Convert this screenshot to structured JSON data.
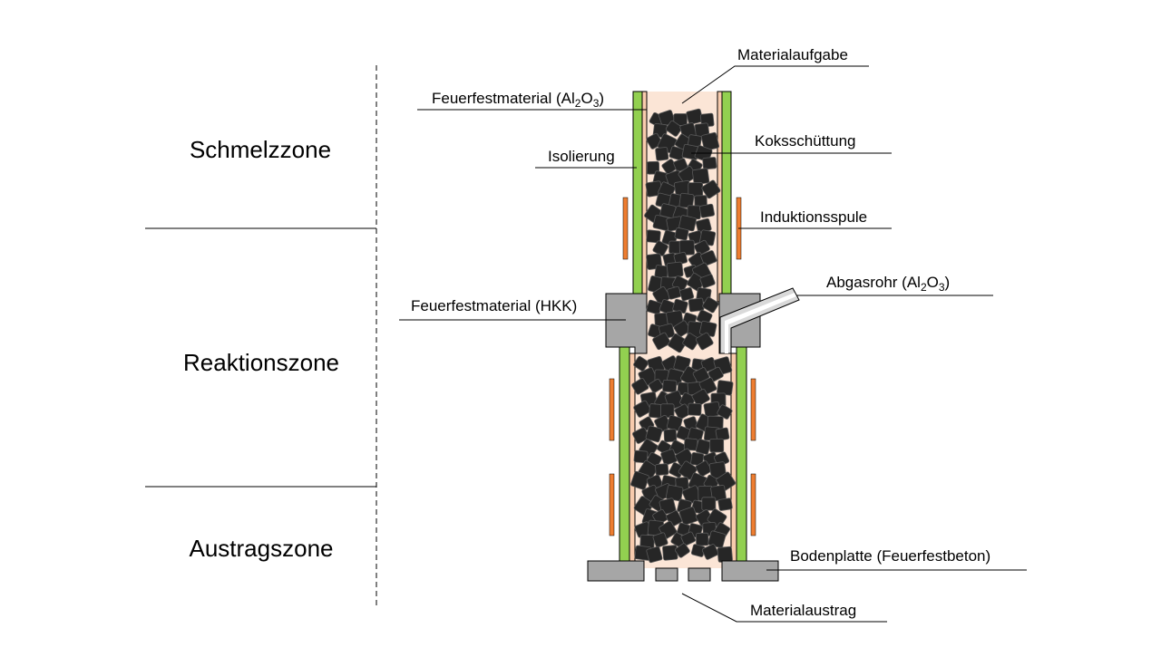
{
  "zones": {
    "schmelz": "Schmelzzone",
    "reaktion": "Reaktionszone",
    "austrag": "Austragszone"
  },
  "labels": {
    "materialaufgabe": "Materialaufgabe",
    "feuerfest_al2o3": {
      "pre": "Feuerfestmaterial (Al",
      "sub1": "2",
      "mid": "O",
      "sub2": "3",
      "post": ")"
    },
    "koksschuettung": "Koksschüttung",
    "isolierung": "Isolierung",
    "induktionsspule": "Induktionsspule",
    "abgasrohr": {
      "pre": "Abgasrohr (Al",
      "sub1": "2",
      "mid": "O",
      "sub2": "3",
      "post": ")"
    },
    "feuerfest_hkk": "Feuerfestmaterial (HKK)",
    "bodenplatte": "Bodenplatte (Feuerfestbeton)",
    "materialaustrag": "Materialaustrag"
  },
  "colors": {
    "insulation": "#92d050",
    "refractory_lining": "#f8cbad",
    "bed_background": "#fbe5d6",
    "coke": "#262626",
    "coil": "#ed7d31",
    "concrete": "#a6a6a6",
    "pipe": "#bfbfbf",
    "line": "#000000"
  }
}
